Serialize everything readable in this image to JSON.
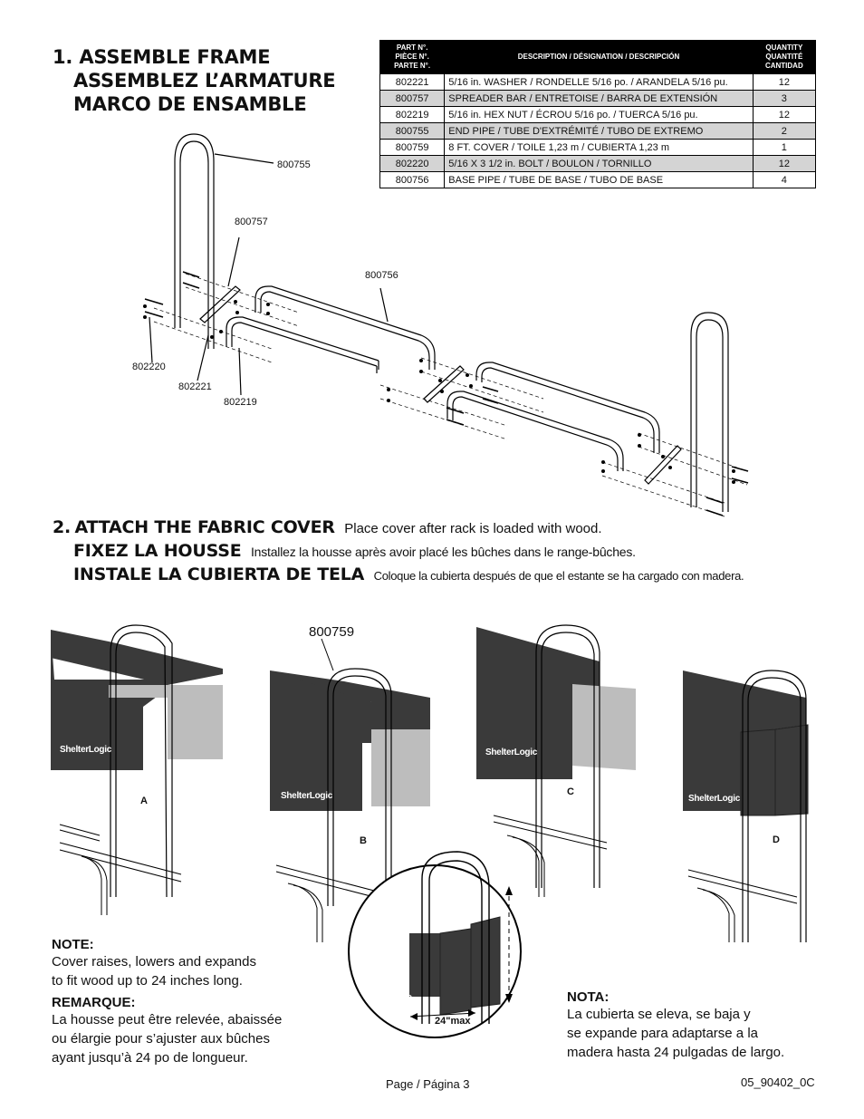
{
  "section1": {
    "num": "1.",
    "title_en": "ASSEMBLE FRAME",
    "title_fr": "ASSEMBLEZ L’ARMATURE",
    "title_es": "MARCO DE ENSAMBLE"
  },
  "parts_table": {
    "headers": {
      "part": [
        "PART N°.",
        "PIÈCE N°.",
        "PARTE N°."
      ],
      "description": "DESCRIPTION  /  DÉSIGNATION  /  DESCRIPCIÓN",
      "quantity": [
        "QUANTITY",
        "QUANTITÉ",
        "CANTIDAD"
      ]
    },
    "rows": [
      {
        "part": "802221",
        "description": "5/16 in.  WASHER  /  RONDELLE 5/16 po.  /  ARANDELA 5/16 pu.",
        "qty": "12"
      },
      {
        "part": "800757",
        "description": "SPREADER BAR  /  ENTRETOISE  /  BARRA DE EXTENSIÓN",
        "qty": "3"
      },
      {
        "part": "802219",
        "description": "5/16 in.  HEX NUT   /  ÉCROU 5/16 po.  /  TUERCA 5/16 pu.",
        "qty": "12"
      },
      {
        "part": "800755",
        "description": "END PIPE  /  TUBE D'EXTRÉMITÉ  /  TUBO DE EXTREMO",
        "qty": "2"
      },
      {
        "part": "800759",
        "description": "8 FT. COVER  /  TOILE 1,23 m  /  CUBIERTA 1,23 m",
        "qty": "1"
      },
      {
        "part": "802220",
        "description": "5/16 X 3 1/2 in.  BOLT  /  BOULON  /  TORNILLO",
        "qty": "12"
      },
      {
        "part": "800756",
        "description": "BASE PIPE  /  TUBE DE BASE  /  TUBO DE BASE",
        "qty": "4"
      }
    ]
  },
  "diagram1_labels": {
    "end_pipe": "800755",
    "spreader_bar": "800757",
    "base_pipe": "800756",
    "bolt": "802220",
    "washer": "802221",
    "hex_nut": "802219"
  },
  "section2": {
    "num": "2.",
    "title_en": "ATTACH THE FABRIC COVER",
    "sub_en": "Place cover after rack is loaded with wood.",
    "title_fr": "FIXEZ LA HOUSSE",
    "sub_fr": "Installez la housse après avoir placé les bûches dans le range-bûches.",
    "title_es": "INSTALE LA CUBIERTA DE TELA",
    "sub_es": "Coloque la cubierta después de que el estante se ha cargado con madera."
  },
  "diagram2": {
    "cover_part": "800759",
    "steps": [
      "A",
      "B",
      "C",
      "D"
    ],
    "brand": "ShelterLogic",
    "max_label": "24\"max"
  },
  "note_en": {
    "heading": "NOTE:",
    "line1": "Cover raises, lowers and expands",
    "line2": "to fit wood up to 24 inches long."
  },
  "note_fr": {
    "heading": "REMARQUE:",
    "line1": "La housse peut être relevée, abaissée",
    "line2": "ou élargie pour s’ajuster aux bûches",
    "line3": "ayant jusqu’à 24 po de longueur."
  },
  "note_es": {
    "heading": "NOTA:",
    "line1": "La cubierta se eleva, se baja y",
    "line2": "se expande para adaptarse a la",
    "line3": "madera hasta 24 pulgadas de largo."
  },
  "footer": {
    "page": "Page / Página 3",
    "code": "05_90402_0C"
  },
  "colors": {
    "cover_dark": "#3a3a3a",
    "cover_light": "#bdbdbd",
    "table_header": "#000000",
    "table_alt_row": "#d4d4d4"
  }
}
